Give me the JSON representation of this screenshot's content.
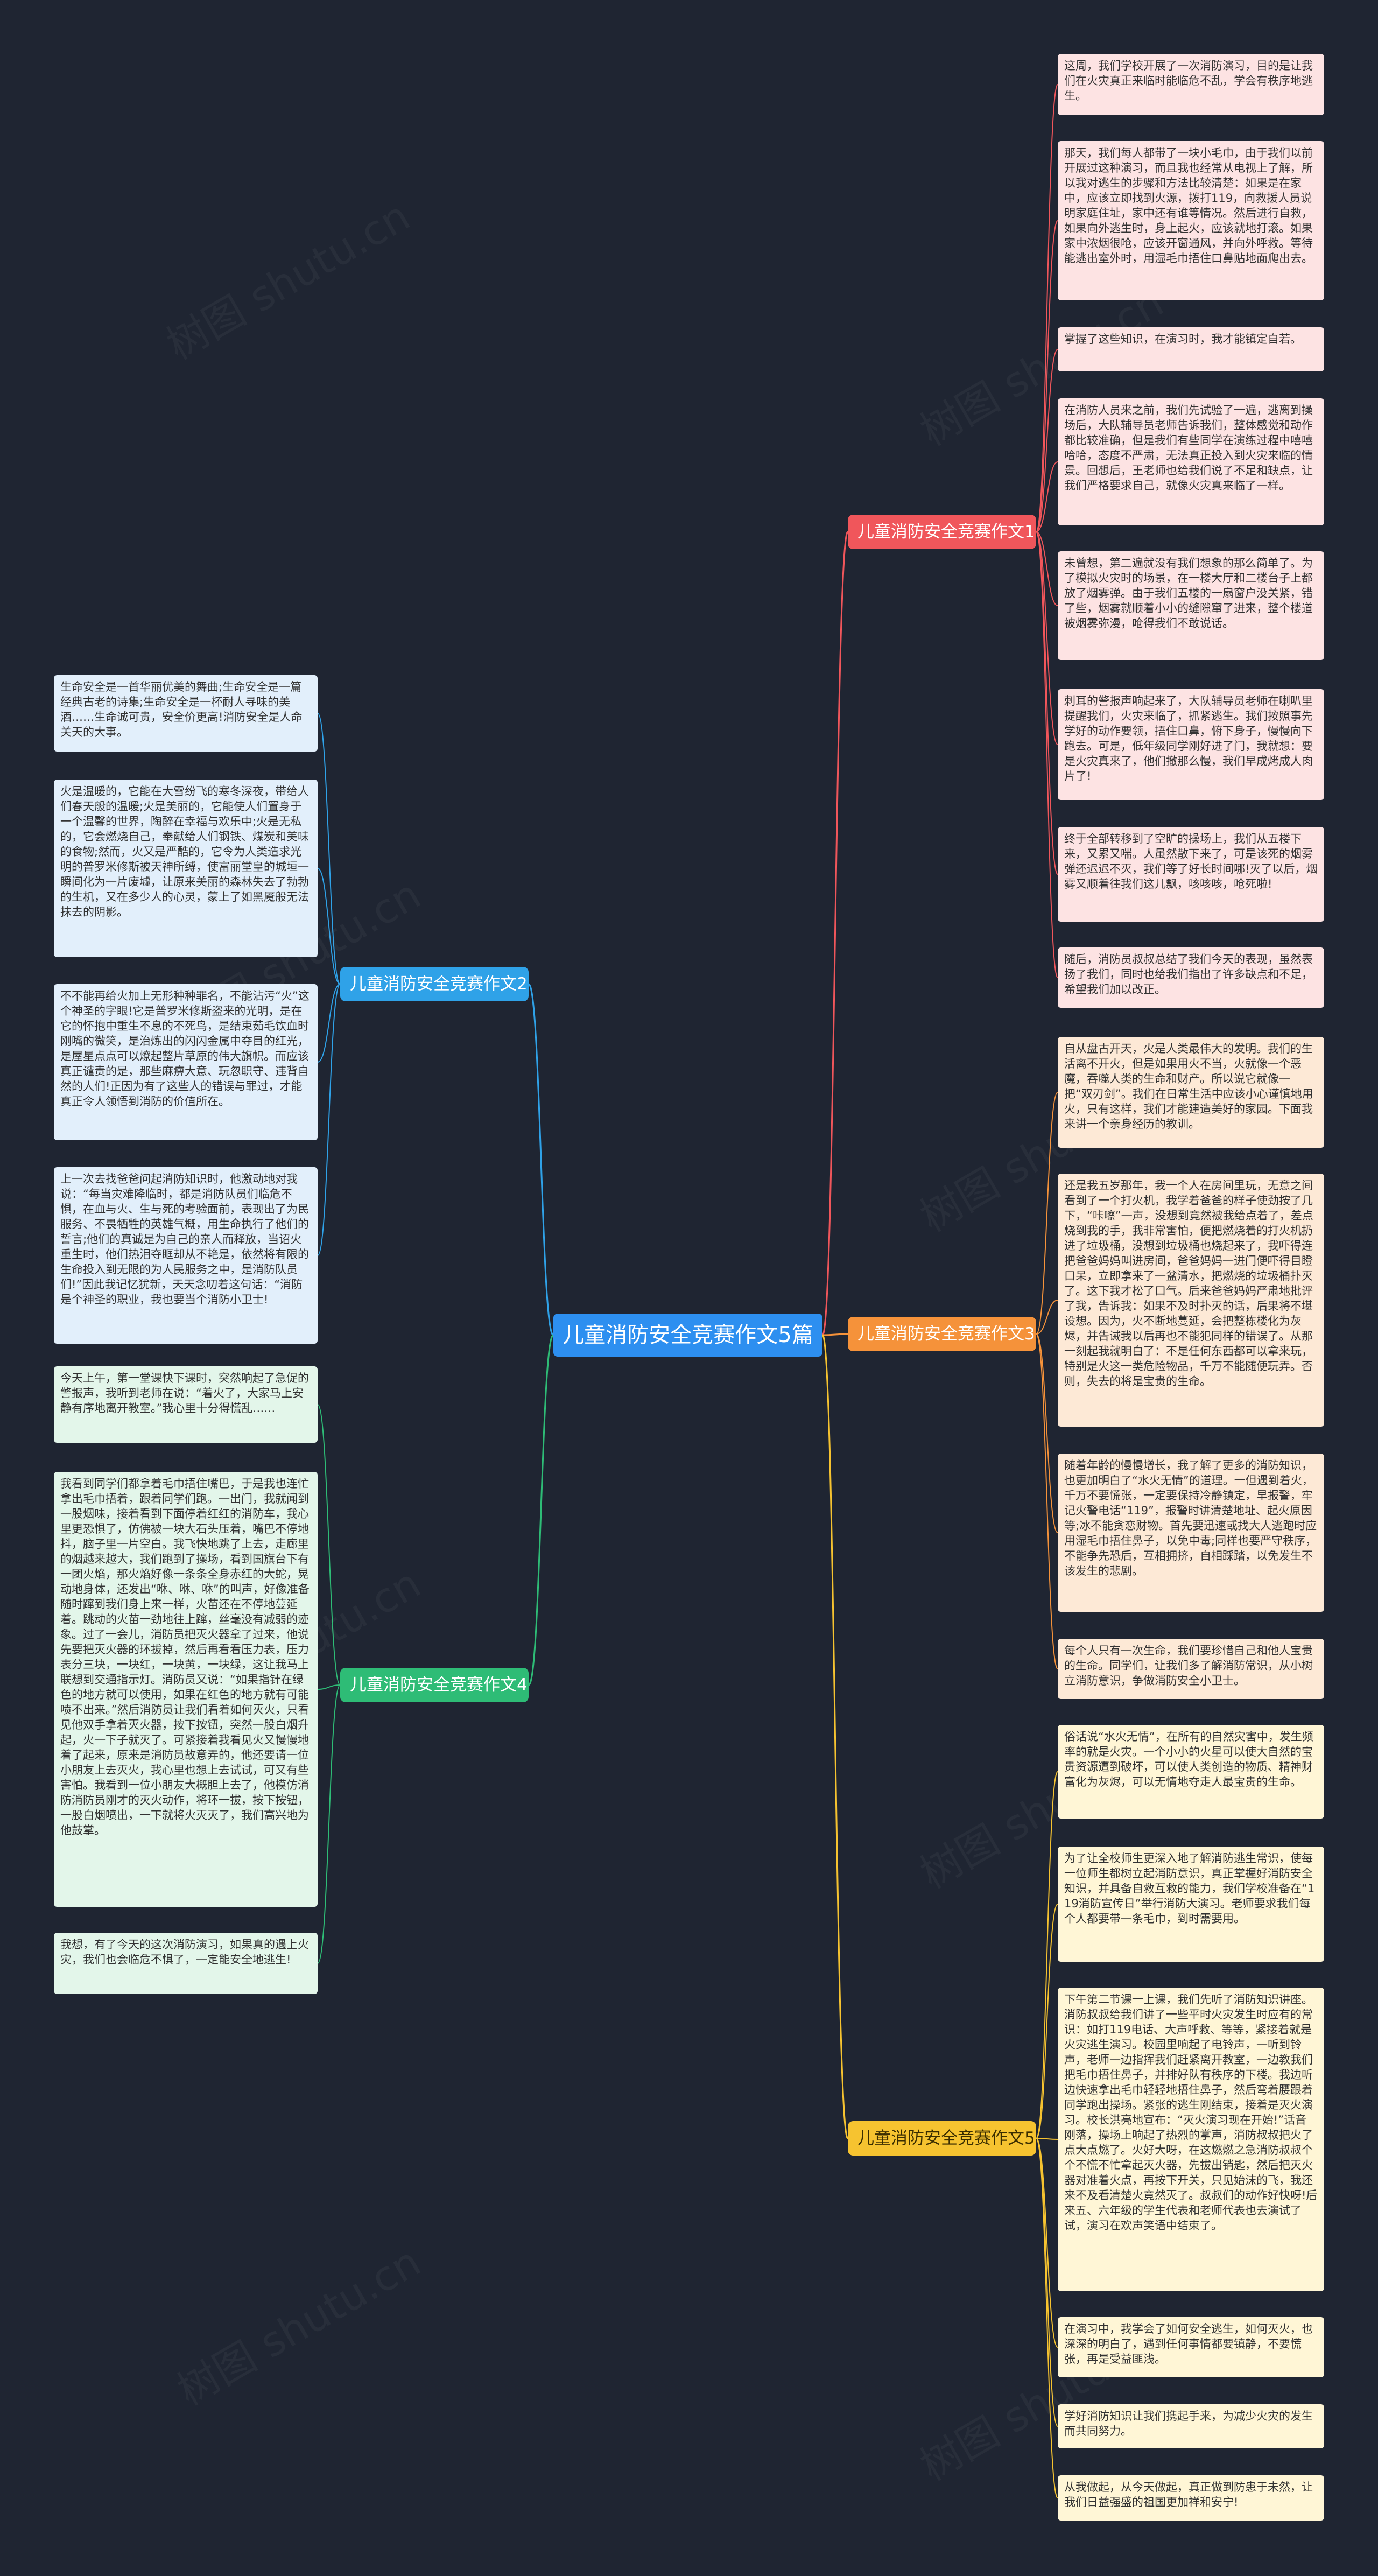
{
  "root": {
    "title": "儿童消防安全竞赛作文5篇"
  },
  "branches": [
    {
      "title": "儿童消防安全竞赛作文1",
      "color": "#f0565b",
      "leaves": [
        "这周，我们学校开展了一次消防演习，目的是让我们在火灾真正来临时能临危不乱，学会有秩序地逃生。",
        "那天，我们每人都带了一块小毛巾，由于我们以前开展过这种演习，而且我也经常从电视上了解，所以我对逃生的步骤和方法比较清楚：如果是在家中，应该立即找到火源，拨打119，向救援人员说明家庭住址，家中还有谁等情况。然后进行自救，如果向外逃生时，身上起火，应该就地打滚。如果家中浓烟很呛，应该开窗通风，并向外呼救。等待能逃出室外时，用湿毛巾捂住口鼻贴地面爬出去。",
        "掌握了这些知识，在演习时，我才能镇定自若。",
        "在消防人员来之前，我们先试验了一遍，逃离到操场后，大队辅导员老师告诉我们，整体感觉和动作都比较准确，但是我们有些同学在演练过程中嘻嘻哈哈，态度不严肃，无法真正投入到火灾来临的情景。回想后，王老师也给我们说了不足和缺点，让我们严格要求自己，就像火灾真来临了一样。",
        "未曾想，第二遍就没有我们想象的那么简单了。为了模拟火灾时的场景，在一楼大厅和二楼台子上都放了烟雾弹。由于我们五楼的一扇窗户没关紧，错了些，烟雾就顺着小小的缝隙窜了进来，整个楼道被烟雾弥漫，呛得我们不敢说话。",
        "刺耳的警报声响起来了，大队辅导员老师在喇叭里提醒我们，火灾来临了，抓紧逃生。我们按照事先学好的动作要领，捂住口鼻，俯下身子，慢慢向下跑去。可是，低年级同学刚好进了门，我就想：要是火灾真来了，他们撤那么慢，我们早成烤成人肉片了!",
        "终于全部转移到了空旷的操场上，我们从五楼下来，又累又喘。人虽然散下来了，可是该死的烟雾弹还迟迟不灭，我们等了好长时间哪!灭了以后，烟雾又顺着往我们这儿飘，咳咳咳，呛死啦!",
        "随后，消防员叔叔总结了我们今天的表现，虽然表扬了我们，同时也给我们指出了许多缺点和不足，希望我们加以改正。"
      ]
    },
    {
      "title": "儿童消防安全竞赛作文2",
      "color": "#2fa2e8",
      "leaves": [
        "生命安全是一首华丽优美的舞曲;生命安全是一篇经典古老的诗集;生命安全是一杯耐人寻味的美酒……生命诚可贵，安全价更高!消防安全是人命关天的大事。",
        "火是温暖的，它能在大雪纷飞的寒冬深夜，带给人们春天般的温暖;火是美丽的，它能使人们置身于一个温馨的世界，陶醉在幸福与欢乐中;火是无私的，它会燃烧自己，奉献给人们钢铁、煤炭和美味的食物;然而，火又是严酷的，它令为人类造求光明的普罗米修斯被天神所缚，使富丽堂皇的城垣一瞬间化为一片废墟，让原来美丽的森林失去了勃勃的生机，又在多少人的心灵，蒙上了如黑魇般无法抹去的阴影。",
        "不不能再给火加上无形种种罪名，不能沾污“火”这个神圣的字眼!它是普罗米修斯盗来的光明，是在它的怀抱中重生不息的不死鸟，是结束茹毛饮血时刚嘴的微笑，是治炼出的闪闪金属中夺目的红光，是屋星点点可以燎起整片草原的伟大旗帜。而应该真正谴责的是，那些麻痹大意、玩忽职守、违背自然的人们!正因为有了这些人的错误与罪过，才能真正令人领悟到消防的价值所在。",
        "上一次去找爸爸问起消防知识时，他激动地对我说：“每当灾难降临时，都是消防队员们临危不惧，在血与火、生与死的考验面前，表现出了为民服务、不畏牺牲的英雄气概，用生命执行了他们的誓言;他们的真诚是为自己的亲人而释放，当诏火重生时，他们热泪夺眶却从不艳是，依然将有限的生命投入到无限的为人民服务之中，是消防队员们!”因此我记忆犹新，天天念叨着这句话：“消防是个神圣的职业，我也要当个消防小卫士!"
      ]
    },
    {
      "title": "儿童消防安全竞赛作文3",
      "color": "#f5923a",
      "leaves": [
        "自从盘古开天，火是人类最伟大的发明。我们的生活离不开火，但是如果用火不当，火就像一个恶魔，吞噬人类的生命和财产。所以说它就像一把“双刃剑”。我们在日常生活中应该小心谨慎地用火，只有这样，我们才能建造美好的家园。下面我来讲一个亲身经历的教训。",
        "还是我五岁那年，我一个人在房间里玩，无意之间看到了一个打火机，我学着爸爸的样子使劲按了几下，“咔嚓”一声，没想到竟然被我给点着了，差点烧到我的手，我非常害怕，便把燃烧着的打火机扔进了垃圾桶，没想到垃圾桶也烧起来了，我吓得连把爸爸妈妈叫进房间，爸爸妈妈一进门便吓得目瞪口呆，立即拿来了一盆清水，把燃烧的垃圾桶扑灭了。这下我才松了口气。后来爸爸妈妈严肃地批评了我，告诉我：如果不及时扑灭的话，后果将不堪设想。因为，火不断地蔓延，会把整栋楼化为灰烬，并告诫我以后再也不能犯同样的错误了。从那一刻起我就明白了：不是任何东西都可以拿来玩，特别是火这一类危险物品，千万不能随便玩弄。否则，失去的将是宝贵的生命。",
        "随着年龄的慢慢增长，我了解了更多的消防知识，也更加明白了“水火无情”的道理。一但遇到着火，千万不要慌张，一定要保持冷静镇定，早报警，牢记火警电话“119”，报警时讲清楚地址、起火原因等;冰不能贪恋财物。首先要迅速或找大人逃跑时应用湿毛巾捂住鼻子，以免中毒;同样也要严守秩序，不能争先恐后，互相拥挤，自相踩踏，以免发生不该发生的悲剧。",
        "每个人只有一次生命，我们要珍惜自己和他人宝贵的生命。同学们，让我们多了解消防常识，从小树立消防意识，争做消防安全小卫士。"
      ]
    },
    {
      "title": "儿童消防安全竞赛作文4",
      "color": "#2ebc76",
      "leaves": [
        "今天上午，第一堂课快下课时，突然响起了急促的警报声，我听到老师在说：“着火了，大家马上安静有序地离开教室。”我心里十分得慌乱……",
        "我看到同学们都拿着毛巾捂住嘴巴，于是我也连忙拿出毛巾捂着，跟着同学们跑。一出门，我就闻到一股烟味，接着看到下面停着红红的消防车，我心里更恐惧了，仿佛被一块大石头压着，嘴巴不停地抖，脑子里一片空白。我飞快地跳了上去，走廊里的烟越来越大，我们跑到了操场，看到国旗台下有一团火焰，那火焰好像一条条全身赤红的大蛇，晃动地身体，还发出“咻、咻、咻”的叫声，好像准备随时蹿到我们身上来一样，火苗还在不停地蔓延着。跳动的火苗一劲地往上蹿，丝毫没有减弱的迹象。过了一会儿，消防员把灭火器拿了过来，他说先要把灭火器的环拔掉，然后再看看压力表，压力表分三块，一块红，一块黄，一块绿，这让我马上联想到交通指示灯。消防员又说：“如果指针在绿色的地方就可以使用，如果在红色的地方就有可能喷不出来。”然后消防员让我们看着如何灭火，只看见他双手拿着灭火器，按下按钮，突然一股白烟升起，火一下子就灭了。可紧接着我看见火又慢慢地着了起来，原来是消防员故意弄的，他还要请一位小朋友上去灭火，我心里也想上去试试，可又有些害怕。我看到一位小朋友大概胆上去了，他模仿消防消防员刚才的灭火动作，将环一拔，按下按钮，一股白烟喷出，一下就将火灭灭了，我们高兴地为他鼓掌。",
        "我想，有了今天的这次消防演习，如果真的遇上火灾，我们也会临危不惧了，一定能安全地逃生!"
      ]
    },
    {
      "title": "儿童消防安全竞赛作文5",
      "color": "#f6c330",
      "leaves": [
        "俗话说“水火无情”，在所有的自然灾害中，发生频率的就是火灾。一个小小的火星可以使大自然的宝贵资源遭到破坏，可以使人类创造的物质、精神财富化为灰烬，可以无情地夺走人最宝贵的生命。",
        "为了让全校师生更深入地了解消防逃生常识，使每一位师生都树立起消防意识，真正掌握好消防安全知识，并具备自救互救的能力，我们学校准备在“119消防宣传日”举行消防大演习。老师要求我们每个人都要带一条毛巾，到时需要用。",
        "下午第二节课一上课，我们先听了消防知识讲座。消防叔叔给我们讲了一些平时火灾发生时应有的常识：如打119电话、大声呼救、等等，紧接着就是火灾逃生演习。校园里响起了电铃声，一听到铃声，老师一边指挥我们赶紧离开教室，一边教我们把毛巾捂住鼻子，并排好队有秩序的下楼。我边听边快速拿出毛巾轻轻地捂住鼻子，然后弯着腰跟着同学跑出操场。紧张的逃生刚结束，接着是灭火演习。校长洪亮地宣布：“灭火演习现在开始!”话音刚落，操场上响起了热烈的掌声，消防叔叔把火了点大点燃了。火好大呀，在这燃燃之急消防叔叔个个不慌不忙拿起灭火器，先拔出销匙，然后把灭火器对准着火点，再按下开关，只见始沫的飞，我还来不及看清楚火竟然灭了。叔叔们的动作好快呀!后来五、六年级的学生代表和老师代表也去演试了试，演习在欢声笑语中结束了。",
        "在演习中，我学会了如何安全逃生，如何灭火，也深深的明白了，遇到任何事情都要镇静，不要慌张，再是受益匪浅。",
        "学好消防知识让我们携起手来，为减少火灾的发生而共同努力。",
        "从我做起，从今天做起，真正做到防患于未然，让我们日益强盛的祖国更加祥和安宁!"
      ]
    }
  ],
  "watermark": "树图 shutu.cn"
}
